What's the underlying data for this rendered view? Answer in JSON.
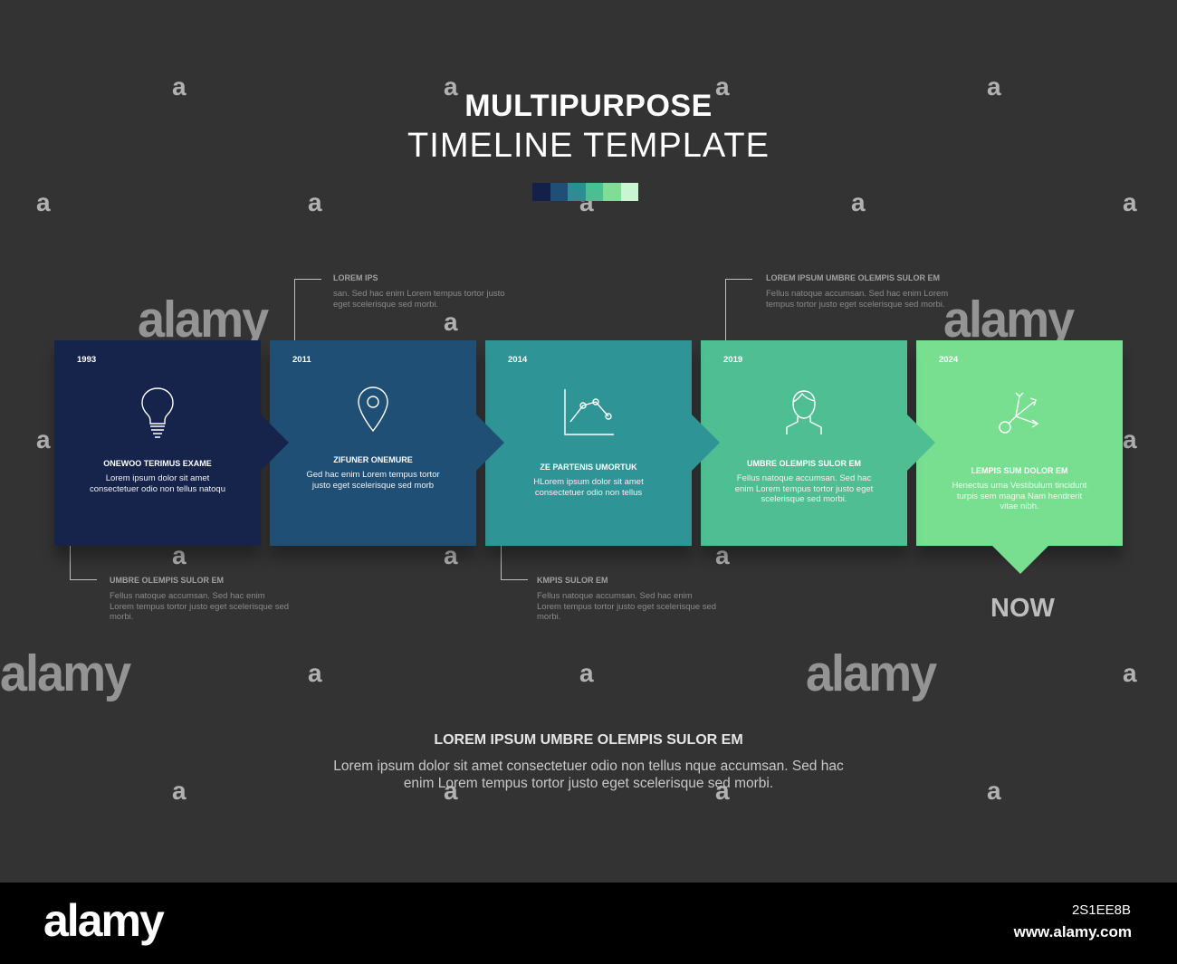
{
  "header": {
    "title": "MULTIPURPOSE",
    "subtitle": "TIMELINE TEMPLATE",
    "palette": [
      "#15204a",
      "#1f4f76",
      "#2e8d92",
      "#4cbf92",
      "#7fdd95",
      "#c9f5d3"
    ]
  },
  "steps": [
    {
      "year": "1993",
      "label": "ONEWOO TERIMUS EXAME",
      "desc": "Lorem ipsum dolor sit amet consectetuer odio non tellus natoqu",
      "icon": "lightbulb-icon",
      "color": "#16244b"
    },
    {
      "year": "2011",
      "label": "ZIFUNER ONEMURE",
      "desc": "Ged hac enim Lorem tempus tortor justo eget scelerisque sed morb",
      "icon": "location-pin-icon",
      "color": "#204f75"
    },
    {
      "year": "2014",
      "label": "ZE PARTENIS UMORTUK",
      "desc": "HLorem ipsum dolor sit amet consectetuer odio non tellus",
      "icon": "line-chart-icon",
      "color": "#2f9495"
    },
    {
      "year": "2019",
      "label": "UMBRE OLEMPIS SULOR EM",
      "desc": "Fellus natoque accumsan. Sed hac enim Lorem tempus tortor justo eget scelerisque sed morbi.",
      "icon": "user-avatar-icon",
      "color": "#4fbe92"
    },
    {
      "year": "2024",
      "label": "LEMPIS SUM DOLOR EM",
      "desc": "Henectus urna Vestibulum tincidunt turpis sem magna Nam hendrerit vitae nibh.",
      "icon": "split-arrows-icon",
      "color": "#77df8f"
    }
  ],
  "annotations": {
    "top1": {
      "title": "LOREM IPS",
      "text": "san. Sed hac enim Lorem tempus tortor justo eget scelerisque sed morbi."
    },
    "top2": {
      "title": "LOREM IPSUM UMBRE OLEMPIS SULOR EM",
      "text": "Fellus natoque accumsan. Sed hac enim Lorem tempus tortor justo eget scelerisque sed morbi."
    },
    "bottom1": {
      "title": "UMBRE OLEMPIS SULOR EM",
      "text": "Fellus natoque accumsan. Sed hac enim Lorem tempus tortor justo eget scelerisque sed morbi."
    },
    "bottom2": {
      "title": "KMPIS SULOR EM",
      "text": "Fellus natoque accumsan. Sed hac enim Lorem tempus tortor justo eget scelerisque sed morbi."
    }
  },
  "now_label": "NOW",
  "footer_block": {
    "title": "LOREM IPSUM UMBRE OLEMPIS SULOR EM",
    "text": "Lorem ipsum dolor sit amet consectetuer odio non tellus nque accumsan. Sed hac enim Lorem tempus tortor justo eget scelerisque sed morbi."
  },
  "watermark": {
    "brand": "alamy",
    "mark": "a",
    "image_id": "2S1EE8B",
    "url": "www.alamy.com"
  }
}
